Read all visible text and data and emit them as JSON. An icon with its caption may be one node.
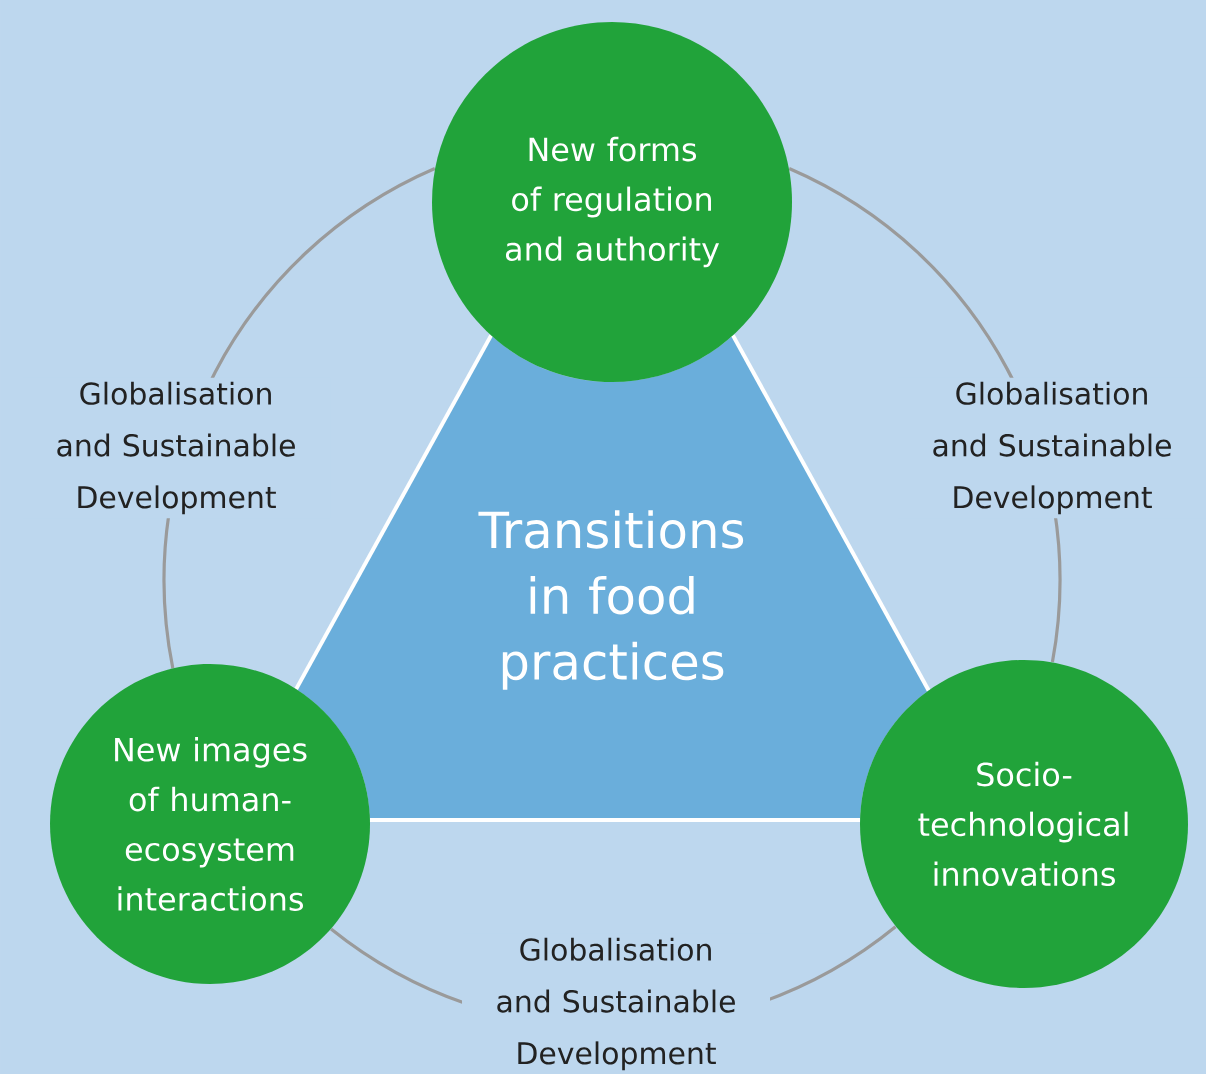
{
  "diagram": {
    "nodes": [
      {
        "text": [
          "New forms of regulation and authority"
        ]
      },
      {
        "text": [
          "Transitions in food practices"
        ]
      },
      {
        "text": [
          "New images of human-ecosystem interactions"
        ]
      },
      {
        "text": [
          "Socio-technological innovations"
        ]
      }
    ],
    "edges": [
      {
        "from": 0,
        "to": 3,
        "arrow": "none",
        "label": "Globalisation and Sustainable Development",
        "color": "#9a9a9a"
      },
      {
        "from": 3,
        "to": 2,
        "arrow": "none",
        "label": "Globalisation and Sustainable Development",
        "color": "#9a9a9a"
      },
      {
        "from": 2,
        "to": 0,
        "arrow": "none",
        "label": "Globalisation and Sustainable Development",
        "color": "#9a9a9a"
      }
    ]
  }
}
